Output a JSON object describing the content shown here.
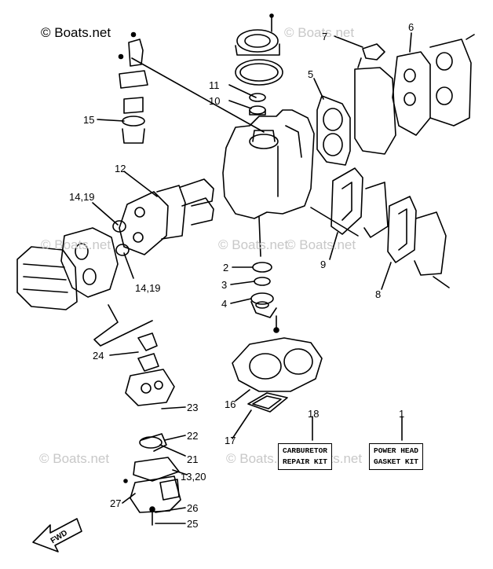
{
  "watermarks": {
    "main": "© Boats.net",
    "faint_top": "© Boats.net",
    "faint_mid_left": "© Boats.net",
    "faint_mid_center": "© Boats.net",
    "faint_mid_right": "© Boats.net",
    "faint_bottom_left": "© Boats.net",
    "faint_bottom_center": "© Boats.net",
    "faint_bottom_right": "© Boats.net"
  },
  "labels": {
    "r1": "1",
    "r2": "2",
    "r3": "3",
    "r4": "4",
    "r5": "5",
    "r6": "6",
    "r7": "7",
    "r8": "8",
    "r9": "9",
    "r10": "10",
    "r11": "11",
    "r12": "12",
    "r13_20": "13,20",
    "r14_19a": "14,19",
    "r14_19b": "14,19",
    "r15": "15",
    "r16": "16",
    "r17": "17",
    "r18": "18",
    "r21": "21",
    "r22": "22",
    "r23": "23",
    "r24": "24",
    "r25": "25",
    "r26": "26",
    "r27": "27"
  },
  "kits": {
    "carburetor": {
      "line1": "CARBURETOR",
      "line2": "REPAIR KIT"
    },
    "powerhead": {
      "line1": "POWER HEAD",
      "line2": "GASKET KIT"
    }
  },
  "fwd_label": "FWD"
}
